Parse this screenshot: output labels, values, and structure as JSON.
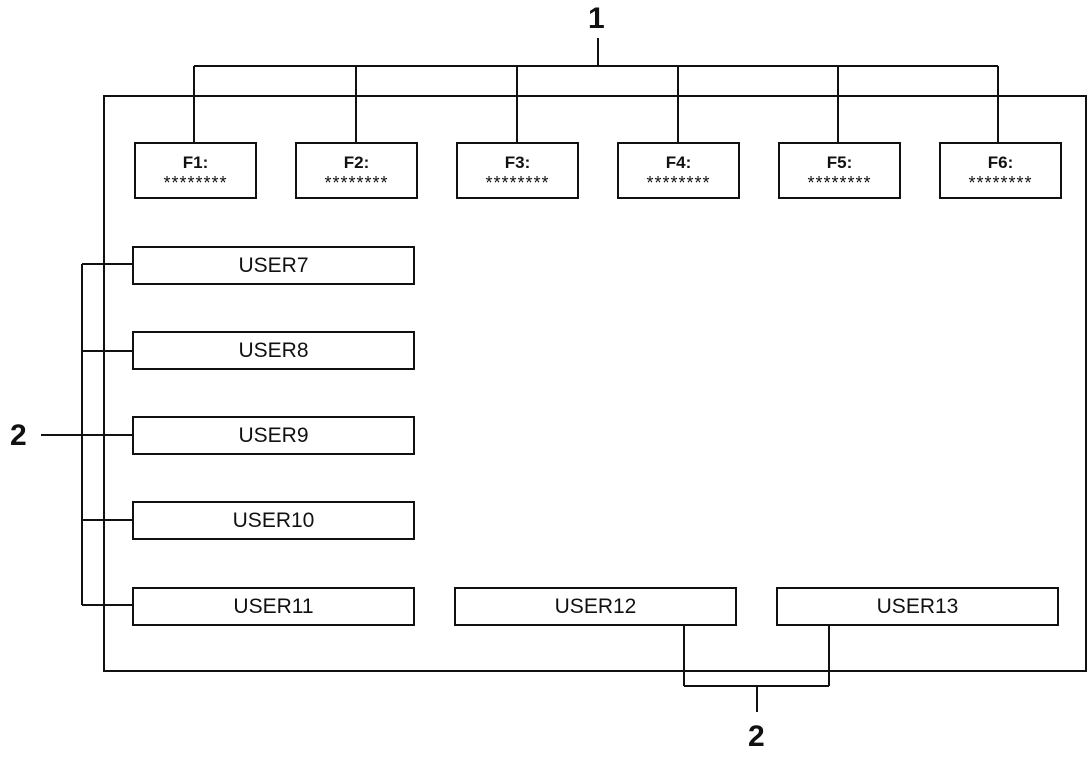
{
  "callouts": {
    "top": "1",
    "left": "2",
    "bottom": "2"
  },
  "function_keys": [
    {
      "label": "F1:",
      "value": "********"
    },
    {
      "label": "F2:",
      "value": "********"
    },
    {
      "label": "F3:",
      "value": "********"
    },
    {
      "label": "F4:",
      "value": "********"
    },
    {
      "label": "F5:",
      "value": "********"
    },
    {
      "label": "F6:",
      "value": "********"
    }
  ],
  "user_buttons": [
    "USER7",
    "USER8",
    "USER9",
    "USER10",
    "USER11",
    "USER12",
    "USER13"
  ]
}
